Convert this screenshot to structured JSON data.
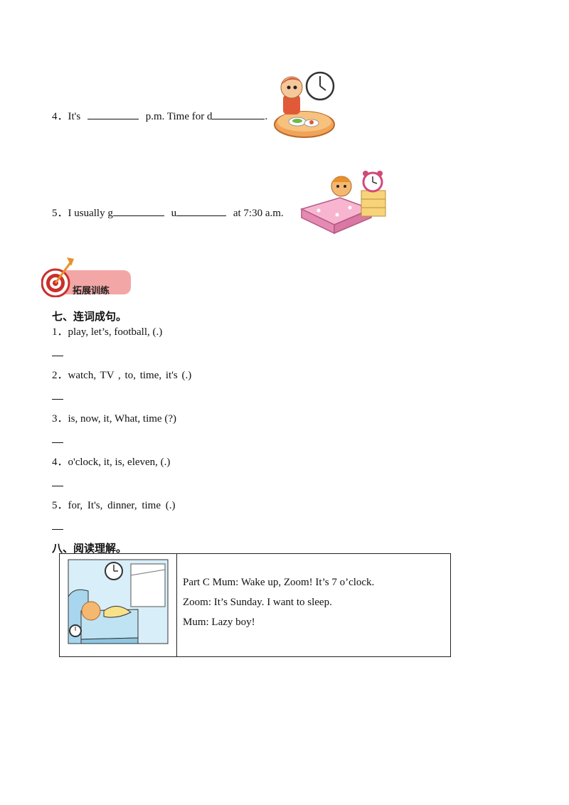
{
  "fill_in": {
    "q4": {
      "num": "4．",
      "pre": "It's",
      "mid": "p.m. Time for d",
      "post": "."
    },
    "q5": {
      "num": "5．",
      "pre": "I usually g",
      "mid": "u",
      "post": "at 7:30 a.m."
    }
  },
  "banner": {
    "label": "拓展训练"
  },
  "section7": {
    "title": "七、连词成句。",
    "items": [
      {
        "num": "1．",
        "text": "play, let’s, football, (.)"
      },
      {
        "num": "2．",
        "text": "watch, TV , to, time, it's (.)"
      },
      {
        "num": "3．",
        "text": "is, now, it, What, time (?)"
      },
      {
        "num": "4．",
        "text": "o'clock, it, is, eleven, (.)"
      },
      {
        "num": "5．",
        "text": "for, It's, dinner, time (.)"
      }
    ]
  },
  "section8": {
    "title": "八、阅读理解。",
    "passage": [
      "Part C Mum: Wake up, Zoom! It’s 7 o’clock.",
      "Zoom: It’s Sunday. I want to sleep.",
      "Mum: Lazy boy!"
    ]
  }
}
